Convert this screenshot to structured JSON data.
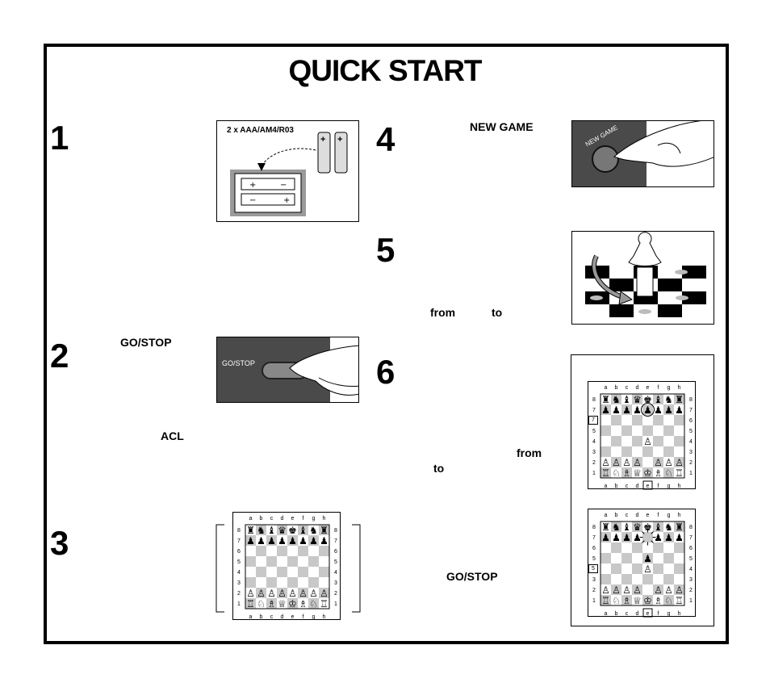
{
  "title": "QUICK START",
  "steps": [
    {
      "number": "1"
    },
    {
      "number": "2"
    },
    {
      "number": "3"
    },
    {
      "number": "4"
    },
    {
      "number": "5"
    },
    {
      "number": "6"
    }
  ],
  "keywords": {
    "go_stop": "GO/STOP",
    "acl": "ACL",
    "new_game": "NEW GAME",
    "from": "from",
    "to": "to",
    "from_6": "from",
    "to_6": "to",
    "go_stop_6": "GO/STOP"
  },
  "battery_label": "2 x AAA/AM4/R03",
  "button_labels": {
    "go_stop": "GO/STOP",
    "new_game": "NEW GAME"
  },
  "board": {
    "files": [
      "a",
      "b",
      "c",
      "d",
      "e",
      "f",
      "g",
      "h"
    ],
    "ranks": [
      "8",
      "7",
      "6",
      "5",
      "4",
      "3",
      "2",
      "1"
    ],
    "white_pieces": [
      "♖",
      "♘",
      "♗",
      "♕",
      "♔",
      "♗",
      "♘",
      "♖"
    ],
    "black_pieces": [
      "♜",
      "♞",
      "♝",
      "♛",
      "♚",
      "♝",
      "♞",
      "♜"
    ],
    "white_pawn": "♙",
    "black_pawn": "♟"
  },
  "step6_display": {
    "top_display": "7",
    "bottom_display": "5",
    "top_highlight": "e",
    "bottom_highlight": "e"
  },
  "colors": {
    "panel": "#4a4a4a",
    "dark_square": "#c8c8c8",
    "ink": "#000000"
  }
}
